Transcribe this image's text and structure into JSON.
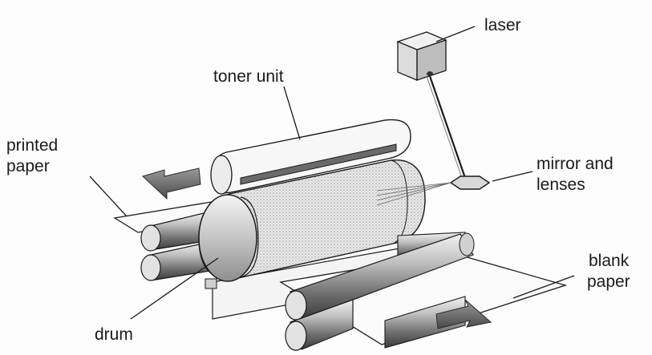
{
  "labels": {
    "laser": "laser",
    "toner_unit": "toner unit",
    "printed_paper_line1": "printed",
    "printed_paper_line2": "paper",
    "mirror_line1": "mirror and",
    "mirror_line2": "lenses",
    "blank_paper_line1": "blank",
    "blank_paper_line2": "paper",
    "drum": "drum"
  },
  "colors": {
    "ink": "#1a1a1a",
    "shade": "#8a8a8a",
    "light": "#e6e6e6",
    "paper": "#fafafa"
  }
}
